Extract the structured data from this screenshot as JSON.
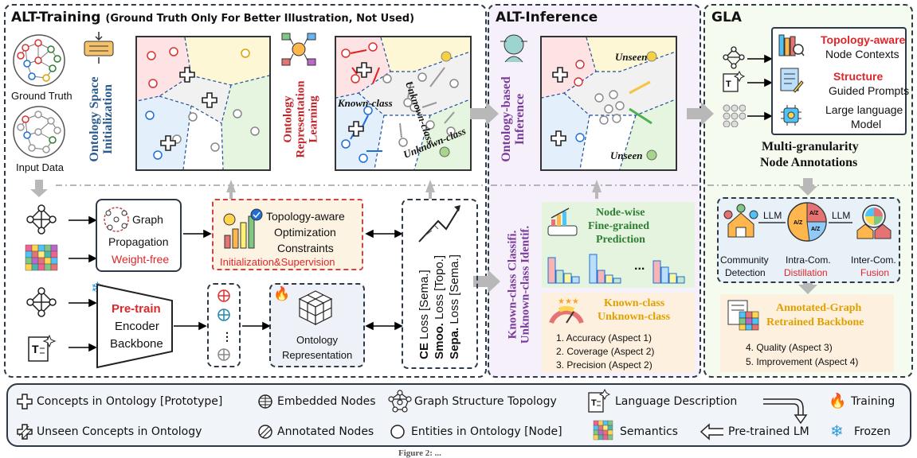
{
  "training": {
    "title": "ALT-Training",
    "subtitle": "(Ground Truth Only For Better Illustration, Not Used)",
    "ground_truth": "Ground Truth",
    "input_data": "Input Data",
    "init_label_1": "Ontology Space",
    "init_label_2": "Initialization",
    "repr_label_1": "Ontology",
    "repr_label_2": "Representation",
    "repr_label_3": "Learning",
    "known_class": "Known-class",
    "unknown_class": "Unknown-class",
    "graph_prop_1": "Graph",
    "graph_prop_2": "Propagation",
    "weight_free": "Weight-free",
    "topo_1": "Topology-aware",
    "topo_2": "Optimization",
    "topo_3": "Constraints",
    "init_sup": "Initialization&Supervision",
    "pretrain": "Pre-train",
    "encoder": "Encoder",
    "backbone": "Backbone",
    "onto_repr_1": "Ontology",
    "onto_repr_2": "Representation",
    "loss_ce_b": "CE",
    "loss_ce": " Loss [Sema.]",
    "loss_smoo_b": "Smoo.",
    "loss_smoo": " Loss [Topo.]",
    "loss_sepa_b": "Sepa.",
    "loss_sepa": " Loss [Sema.]"
  },
  "inference": {
    "title": "ALT-Inference",
    "onto_inf_1": "Ontology-based",
    "onto_inf_2": "Inference",
    "unseen": "Unseen",
    "side_1": "Known-class Classifi.",
    "side_2": "Unknown-class Identif.",
    "node_wise_1": "Node-wise",
    "node_wise_2": "Fine-grained",
    "node_wise_3": "Prediction",
    "dots": "...",
    "known_title": "Known-class",
    "unknown_title": "Unknown-class",
    "aspects": [
      "1. Accuracy (Aspect 1)",
      "2. Coverage (Aspect 2)",
      "3. Precision (Aspect 2)"
    ]
  },
  "gla": {
    "title": "GLA",
    "ctx_red": "Topology-aware",
    "ctx": "Node Contexts",
    "prompt_red": "Structure",
    "prompt": "Guided Prompts",
    "llm_1": "Large language",
    "llm_2": "Model",
    "multi_1": "Multi-granularity",
    "multi_2": "Node Annotations",
    "llm_tag": "LLM",
    "pie_tag": "A/Z",
    "comm_1": "Community",
    "comm_2": "Detection",
    "intra_1": "Intra-Com.",
    "intra_2": "Distillation",
    "inter_1": "Inter-Com.",
    "inter_2": "Fusion",
    "annot_1": "Annotated-Graph",
    "annot_2": "Retrained Backbone",
    "aspects": [
      "4. Quality (Aspect 3)",
      "5. Improvement  (Aspect 4)"
    ]
  },
  "legend": {
    "concepts": "Concepts in Ontology [Prototype]",
    "embedded": "Embedded Nodes",
    "topology": "Graph Structure Topology",
    "language": "Language Description",
    "training": "Training",
    "unseen": "Unseen Concepts in Ontology",
    "annotated": "Annotated Nodes",
    "entities": "Entities in Ontology [Node]",
    "semantics": "Semantics",
    "pretrained": "Pre-trained LM",
    "frozen": "Frozen"
  },
  "caption": "Figure 2: ..."
}
